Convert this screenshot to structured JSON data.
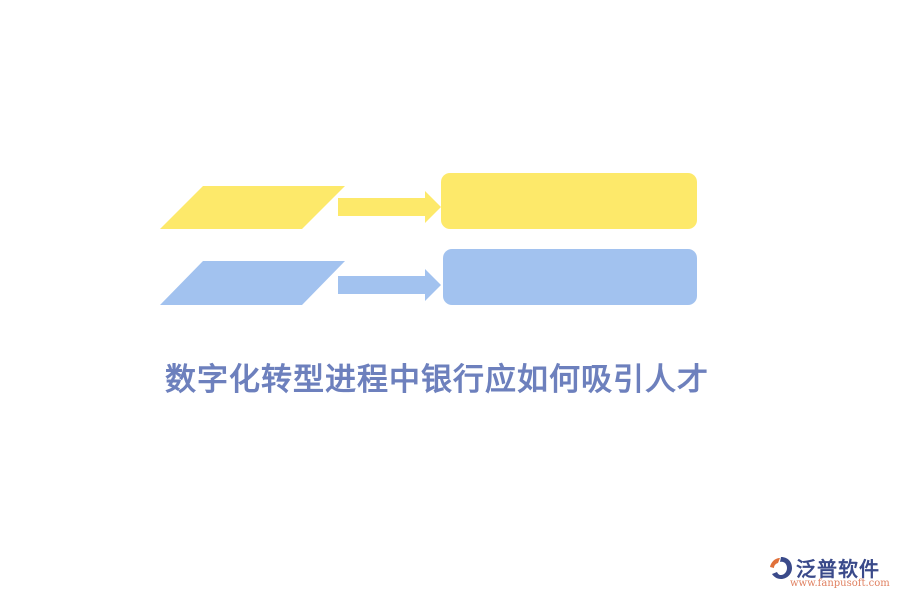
{
  "title": "数字化转型进程中银行应如何吸引人才",
  "logo": {
    "name": "泛普软件",
    "url": "www.fanpusoft.com"
  },
  "colors": {
    "yellow": "#fde96a",
    "blue": "#a2c2ef",
    "title": "#6d80bd"
  }
}
